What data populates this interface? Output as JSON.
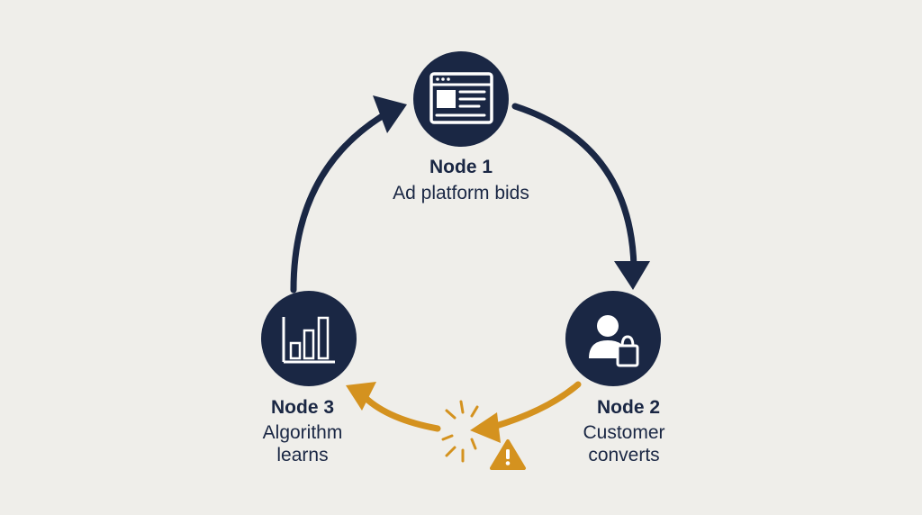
{
  "colors": {
    "background": "#efeeea",
    "node_fill": "#1a2744",
    "arrow_main": "#1a2744",
    "arrow_broken": "#d4921f"
  },
  "nodes": [
    {
      "title": "Node 1",
      "subtitle": "Ad platform bids",
      "icon": "browser-window-icon"
    },
    {
      "title": "Node 2",
      "subtitle": "Customer converts",
      "icon": "shopper-bag-icon"
    },
    {
      "title": "Node 3",
      "subtitle": "Algorithm learns",
      "icon": "bar-chart-icon"
    }
  ],
  "edges": [
    {
      "from": "Node 1",
      "to": "Node 2",
      "style": "solid"
    },
    {
      "from": "Node 2",
      "to": "Node 3",
      "style": "broken"
    },
    {
      "from": "Node 3",
      "to": "Node 1",
      "style": "solid"
    }
  ],
  "annotations": [
    {
      "icon": "warning-icon"
    },
    {
      "icon": "break-spark-icon"
    }
  ]
}
